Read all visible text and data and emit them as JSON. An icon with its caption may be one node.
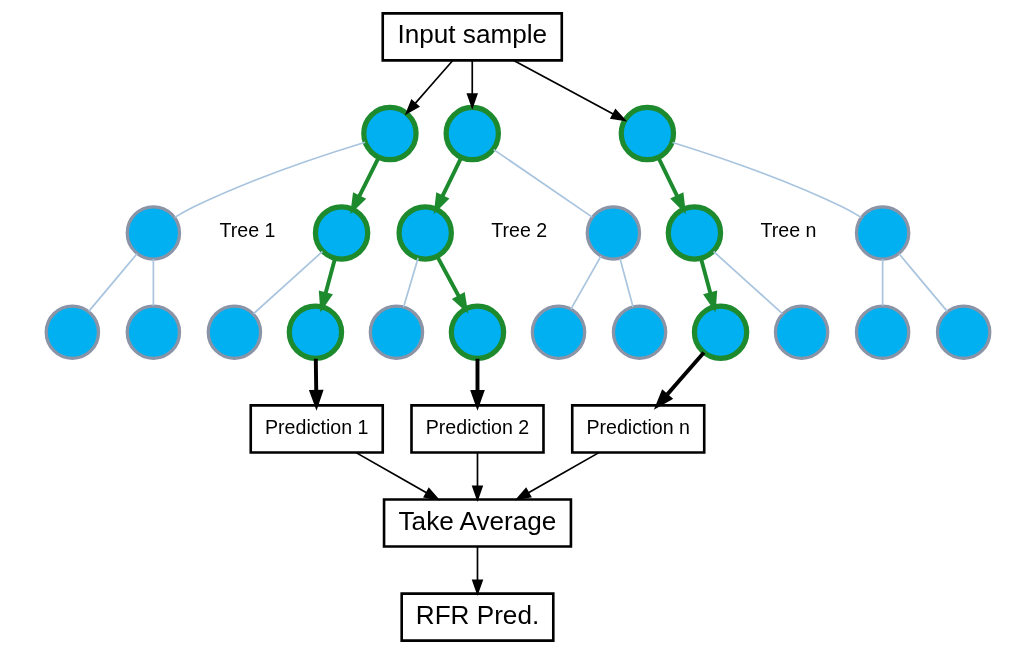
{
  "diagram": {
    "nodes": [
      {
        "text": [
          "Input sample"
        ]
      },
      {
        "text": [],
        "shape": "circle"
      },
      {
        "text": [],
        "shape": "circle"
      },
      {
        "text": [],
        "shape": "circle"
      },
      {
        "text": [],
        "shape": "circle"
      },
      {
        "text": [],
        "shape": "circle"
      },
      {
        "text": [],
        "shape": "circle"
      },
      {
        "text": [],
        "shape": "circle"
      },
      {
        "text": [],
        "shape": "circle"
      },
      {
        "text": [],
        "shape": "circle"
      },
      {
        "text": [],
        "shape": "circle"
      },
      {
        "text": [],
        "shape": "circle"
      },
      {
        "text": [],
        "shape": "circle"
      },
      {
        "text": [],
        "shape": "circle"
      },
      {
        "text": [],
        "shape": "circle"
      },
      {
        "text": [],
        "shape": "circle"
      },
      {
        "text": [],
        "shape": "circle"
      },
      {
        "text": [],
        "shape": "circle"
      },
      {
        "text": [],
        "shape": "circle"
      },
      {
        "text": [],
        "shape": "circle"
      },
      {
        "text": [],
        "shape": "circle"
      },
      {
        "text": [],
        "shape": "circle"
      },
      {
        "text": [
          "Prediction 1"
        ]
      },
      {
        "text": [
          "Prediction 2"
        ]
      },
      {
        "text": [
          "Prediction n"
        ]
      },
      {
        "text": [
          "Take Average"
        ]
      },
      {
        "text": [
          "RFR Pred."
        ]
      }
    ],
    "edges": [
      {
        "from": 0,
        "to": 1,
        "arrow": "to",
        "color": "#000000"
      },
      {
        "from": 0,
        "to": 2,
        "arrow": "to",
        "color": "#000000"
      },
      {
        "from": 0,
        "to": 3,
        "arrow": "to",
        "color": "#000000"
      },
      {
        "from": 1,
        "to": 4,
        "arrow": "none"
      },
      {
        "from": 1,
        "to": 5,
        "arrow": "to",
        "style": "thick",
        "color": "#1e8a2e"
      },
      {
        "from": 4,
        "to": 10,
        "arrow": "none"
      },
      {
        "from": 4,
        "to": 11,
        "arrow": "none"
      },
      {
        "from": 5,
        "to": 12,
        "arrow": "none"
      },
      {
        "from": 5,
        "to": 13,
        "arrow": "to",
        "style": "thick",
        "color": "#1e8a2e"
      },
      {
        "from": 2,
        "to": 6,
        "arrow": "to",
        "style": "thick",
        "color": "#1e8a2e"
      },
      {
        "from": 2,
        "to": 7,
        "arrow": "none"
      },
      {
        "from": 6,
        "to": 14,
        "arrow": "none"
      },
      {
        "from": 6,
        "to": 15,
        "arrow": "to",
        "style": "thick",
        "color": "#1e8a2e"
      },
      {
        "from": 7,
        "to": 16,
        "arrow": "none"
      },
      {
        "from": 7,
        "to": 17,
        "arrow": "none"
      },
      {
        "from": 3,
        "to": 8,
        "arrow": "to",
        "style": "thick",
        "color": "#1e8a2e"
      },
      {
        "from": 3,
        "to": 9,
        "arrow": "none"
      },
      {
        "from": 8,
        "to": 18,
        "arrow": "to",
        "style": "thick",
        "color": "#1e8a2e"
      },
      {
        "from": 8,
        "to": 19,
        "arrow": "none"
      },
      {
        "from": 9,
        "to": 20,
        "arrow": "none"
      },
      {
        "from": 9,
        "to": 21,
        "arrow": "none"
      },
      {
        "from": 13,
        "to": 22,
        "arrow": "to",
        "style": "thick",
        "color": "#000000"
      },
      {
        "from": 15,
        "to": 23,
        "arrow": "to",
        "style": "thick",
        "color": "#000000"
      },
      {
        "from": 18,
        "to": 24,
        "arrow": "to",
        "style": "thick",
        "color": "#000000"
      },
      {
        "from": 22,
        "to": 25,
        "arrow": "to",
        "color": "#000000"
      },
      {
        "from": 23,
        "to": 25,
        "arrow": "to",
        "color": "#000000"
      },
      {
        "from": 24,
        "to": 25,
        "arrow": "to",
        "color": "#000000"
      },
      {
        "from": 25,
        "to": 26,
        "arrow": "to",
        "color": "#000000"
      }
    ],
    "labels": [
      "Tree 1",
      "Tree 2",
      "Tree n"
    ]
  }
}
